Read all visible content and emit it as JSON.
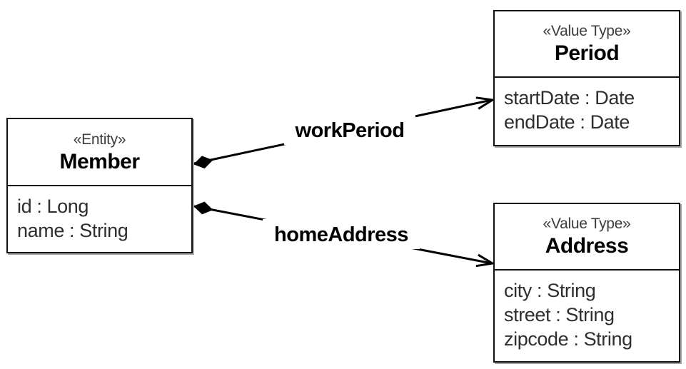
{
  "diagram": {
    "type": "uml-class-diagram",
    "colors": {
      "background": "#ffffff",
      "box_fill": "#ffffff",
      "box_border": "#111111",
      "line": "#000000",
      "name_text": "#000000",
      "attribute_text": "#2e2e2e",
      "stereotype_text": "#3d3d3d"
    },
    "classes": [
      {
        "id": "member",
        "stereotype": "«Entity»",
        "name": "Member",
        "attributes": [
          "id : Long",
          "name : String"
        ]
      },
      {
        "id": "period",
        "stereotype": "«Value Type»",
        "name": "Period",
        "attributes": [
          "startDate : Date",
          "endDate : Date"
        ]
      },
      {
        "id": "address",
        "stereotype": "«Value Type»",
        "name": "Address",
        "attributes": [
          "city : String",
          "street : String",
          "zipcode : String"
        ]
      }
    ],
    "relations": [
      {
        "label": "workPeriod",
        "from": "Member",
        "to": "Period",
        "type": "composition",
        "source_marker": "filled-diamond",
        "target_marker": "open-arrow"
      },
      {
        "label": "homeAddress",
        "from": "Member",
        "to": "Address",
        "type": "composition",
        "source_marker": "filled-diamond",
        "target_marker": "open-arrow"
      }
    ]
  }
}
